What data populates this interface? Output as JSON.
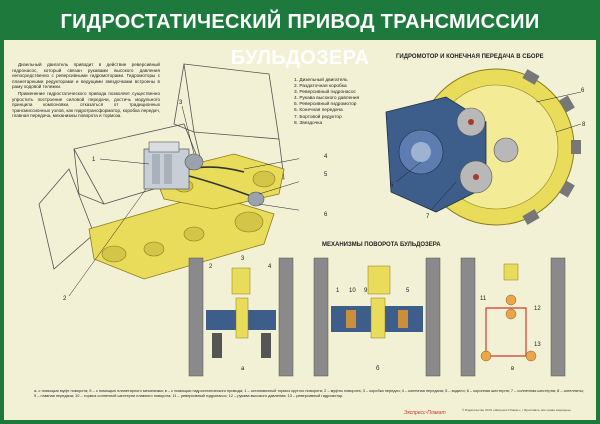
{
  "title": "ГИДРОСТАТИЧЕСКИЙ ПРИВОД ТРАНСМИССИИ БУЛЬДОЗЕРА",
  "intro_paragraphs": [
    "Дизельный двигатель приводит в действие реверсивный гидронасос, который связан рукавами высокого давления непосредственно с реверсивными гидромоторами. Гидромоторы с планетарными редукторами и ведущими звездочками встроены в раму ходовой тележки.",
    "Применение гидростатического привода позволяет существенно упростить построение силовой передачи, достичь модульного принципа компоновки, отказаться от традиционных трансмиссионных узлов, как гидротрансформатор, коробка передач, главная передача, механизмы поворота и тормоза."
  ],
  "legend_items": [
    "1. Дизельный двигатель",
    "2. Раздаточная коробка",
    "3. Реверсивный гидронасос",
    "4. Рукава высокого давления",
    "5. Реверсивный гидромотор",
    "6. Конечная передача",
    "7. Бортовой редуктор",
    "8. Звездочка"
  ],
  "headers": {
    "motor_assembly": "ГИДРОМОТОР И КОНЕЧНАЯ ПЕРЕДАЧА В СБОРЕ",
    "turning": "МЕХАНИЗМЫ ПОВОРОТА БУЛЬДОЗЕРА"
  },
  "bulldozer_callouts": [
    "1",
    "2",
    "3",
    "4",
    "5",
    "6"
  ],
  "motor_callouts": [
    "5",
    "6",
    "7",
    "8"
  ],
  "mech_a_callouts": [
    "2",
    "3",
    "4"
  ],
  "mech_b_callouts": [
    "1",
    "10",
    "9",
    "5"
  ],
  "mech_c_callouts": [
    "11",
    "12",
    "13"
  ],
  "mech_labels": [
    "а",
    "б",
    "в"
  ],
  "caption": "а- с помощью муфт поворота; б – с помощью планетарного механизма; в – с помощью гидростатического привода; 1 – остановочный тормоз крутого поворота; 2 – муфты поворота; 3 – коробка передач; 4 – конечная передача; 5 – водило; 6 – коронная шестерня; 7 – солнечная шестерня; 8 – сателлиты; 9 – главная передача; 10 – тормоз солнечной шестерни плавного поворота; 11 – реверсивный гидронасос; 12 – рукава высокого давления; 13 – реверсивный гидромотор.",
  "footer": "© Издательство ООО «Экспресс-Плакат»; г. Ярославль; все права защищены",
  "brand": "Экспресс-Плакат",
  "colors": {
    "green": "#1e7a3c",
    "background": "#f2f1d5",
    "yellow": "#e9dc5a",
    "blue": "#3d5d8a",
    "red": "#d33a2a",
    "gray": "#8a8a8a"
  }
}
